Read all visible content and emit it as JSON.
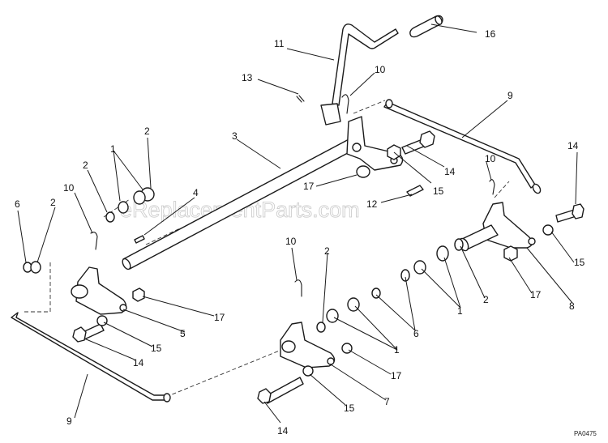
{
  "diagram": {
    "watermark": "eReplacementParts.com",
    "drawing_code": "PA0475",
    "callouts": [
      {
        "id": "c16",
        "text": "16"
      },
      {
        "id": "c11",
        "text": "11"
      },
      {
        "id": "c10a",
        "text": "10"
      },
      {
        "id": "c13",
        "text": "13"
      },
      {
        "id": "c9a",
        "text": "9"
      },
      {
        "id": "c3",
        "text": "3"
      },
      {
        "id": "c2a",
        "text": "2"
      },
      {
        "id": "c1a",
        "text": "1"
      },
      {
        "id": "c2b",
        "text": "2"
      },
      {
        "id": "c14a",
        "text": "14"
      },
      {
        "id": "c10b",
        "text": "10"
      },
      {
        "id": "c14b",
        "text": "14"
      },
      {
        "id": "c17a",
        "text": "17"
      },
      {
        "id": "c15a",
        "text": "15"
      },
      {
        "id": "c4",
        "text": "4"
      },
      {
        "id": "c12",
        "text": "12"
      },
      {
        "id": "c10c",
        "text": "10"
      },
      {
        "id": "c6a",
        "text": "6"
      },
      {
        "id": "c2c",
        "text": "2"
      },
      {
        "id": "c10d",
        "text": "10"
      },
      {
        "id": "c2d",
        "text": "2"
      },
      {
        "id": "c15b",
        "text": "15"
      },
      {
        "id": "c17b",
        "text": "17"
      },
      {
        "id": "c8",
        "text": "8"
      },
      {
        "id": "c2e",
        "text": "2"
      },
      {
        "id": "c1b",
        "text": "1"
      },
      {
        "id": "c17c",
        "text": "17"
      },
      {
        "id": "c5",
        "text": "5"
      },
      {
        "id": "c6b",
        "text": "6"
      },
      {
        "id": "c15c",
        "text": "15"
      },
      {
        "id": "c1c",
        "text": "1"
      },
      {
        "id": "c14c",
        "text": "14"
      },
      {
        "id": "c17d",
        "text": "17"
      },
      {
        "id": "c9b",
        "text": "9"
      },
      {
        "id": "c7",
        "text": "7"
      },
      {
        "id": "c15d",
        "text": "15"
      },
      {
        "id": "c14d",
        "text": "14"
      }
    ]
  }
}
